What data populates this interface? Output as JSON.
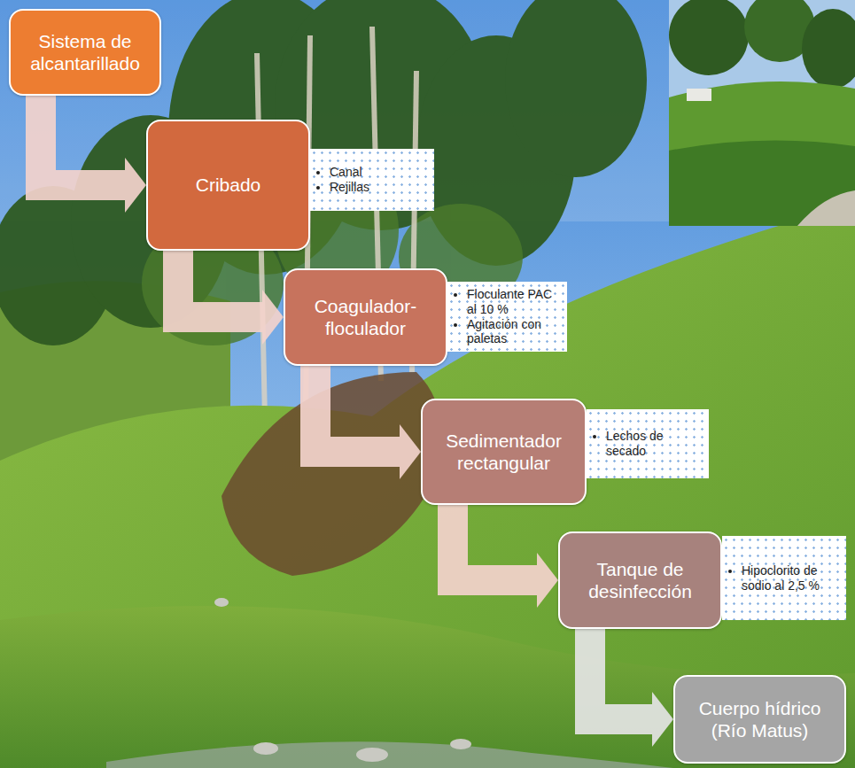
{
  "diagram": {
    "nodes": [
      {
        "text": [
          "Sistema de alcantarillado"
        ]
      },
      {
        "text": [
          "Cribado"
        ]
      },
      {
        "text": [
          "Canal",
          "Rejillas"
        ]
      },
      {
        "text": [
          "Coagulador-floculador"
        ]
      },
      {
        "text": [
          "Floculante PAC al 10 %",
          "Agitación con paletas"
        ]
      },
      {
        "text": [
          "Sedimentador rectangular"
        ]
      },
      {
        "text": [
          "Lechos de secado"
        ]
      },
      {
        "text": [
          "Tanque de desinfección"
        ]
      },
      {
        "text": [
          "Hipoclorito de sodio al 2,5 %"
        ]
      },
      {
        "text": [
          "Cuerpo hídrico (Río Matus)"
        ]
      }
    ],
    "edges": [
      {
        "from": 0,
        "to": 1,
        "arrow": "to"
      },
      {
        "from": 1,
        "to": 3,
        "arrow": "to"
      },
      {
        "from": 3,
        "to": 5,
        "arrow": "to"
      },
      {
        "from": 5,
        "to": 7,
        "arrow": "to"
      },
      {
        "from": 7,
        "to": 9,
        "arrow": "to"
      }
    ]
  }
}
